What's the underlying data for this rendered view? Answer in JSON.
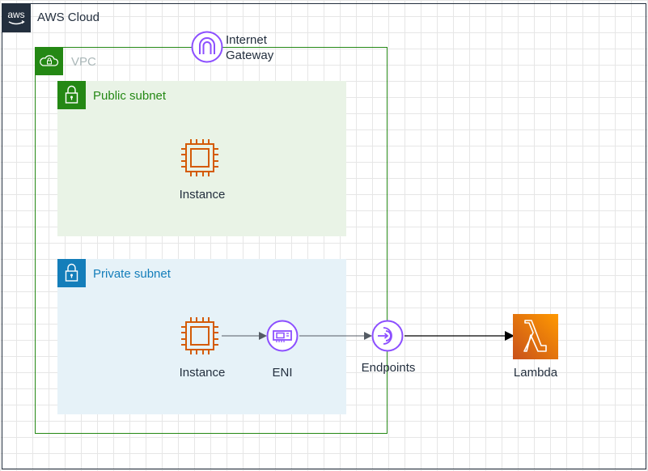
{
  "diagram": {
    "aws_cloud": {
      "label": "AWS Cloud",
      "icon": "aws-logo-icon",
      "color": "#232f3e"
    },
    "vpc": {
      "label": "VPC",
      "icon": "vpc-cloud-lock-icon",
      "color": "#248814"
    },
    "internet_gateway": {
      "label_line1": "Internet",
      "label_line2": "Gateway",
      "icon": "internet-gateway-icon",
      "color": "#8c4fff"
    },
    "public_subnet": {
      "label": "Public subnet",
      "icon": "lock-icon",
      "color": "#248814",
      "fill": "#e9f3e6"
    },
    "private_subnet": {
      "label": "Private subnet",
      "icon": "lock-icon",
      "color": "#147eba",
      "fill": "#e6f2f8"
    },
    "public_instance": {
      "label": "Instance",
      "icon": "ec2-instance-icon",
      "color": "#d45b07"
    },
    "private_instance": {
      "label": "Instance",
      "icon": "ec2-instance-icon",
      "color": "#d45b07"
    },
    "eni": {
      "label": "ENI",
      "icon": "elastic-network-interface-icon",
      "color": "#8c4fff"
    },
    "endpoints": {
      "label": "Endpoints",
      "icon": "vpc-endpoints-icon",
      "color": "#8c4fff"
    },
    "lambda": {
      "label": "Lambda",
      "icon": "lambda-icon",
      "color": "#ed7100"
    },
    "edges": [
      {
        "from": "private_instance",
        "to": "eni"
      },
      {
        "from": "eni",
        "to": "endpoints"
      },
      {
        "from": "endpoints",
        "to": "lambda"
      }
    ]
  }
}
